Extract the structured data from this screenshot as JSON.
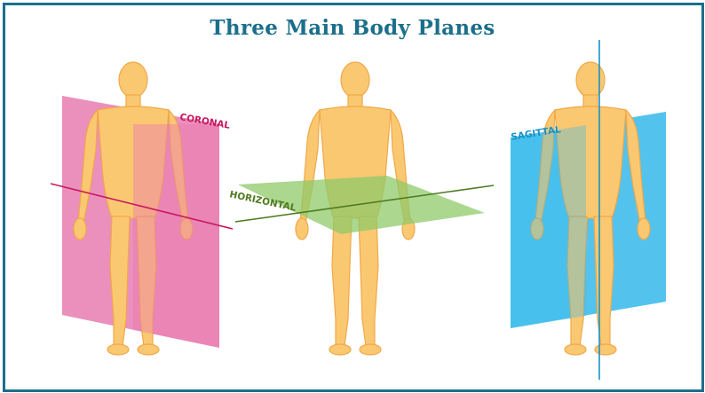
{
  "title": "Three Main Body Planes",
  "planes": [
    {
      "label": "CORONAL",
      "color": "#e87bb0",
      "label_color": "#c8175e"
    },
    {
      "label": "HORIZONTAL",
      "color": "#8fca6a",
      "label_color": "#4f7a1f"
    },
    {
      "label": "SAGITTAL",
      "color": "#35b9eb",
      "label_color": "#1592c8"
    }
  ],
  "colors": {
    "border": "#1b6f8a",
    "skin": "#fbc872",
    "skin_shadow": "#f2a84a"
  }
}
